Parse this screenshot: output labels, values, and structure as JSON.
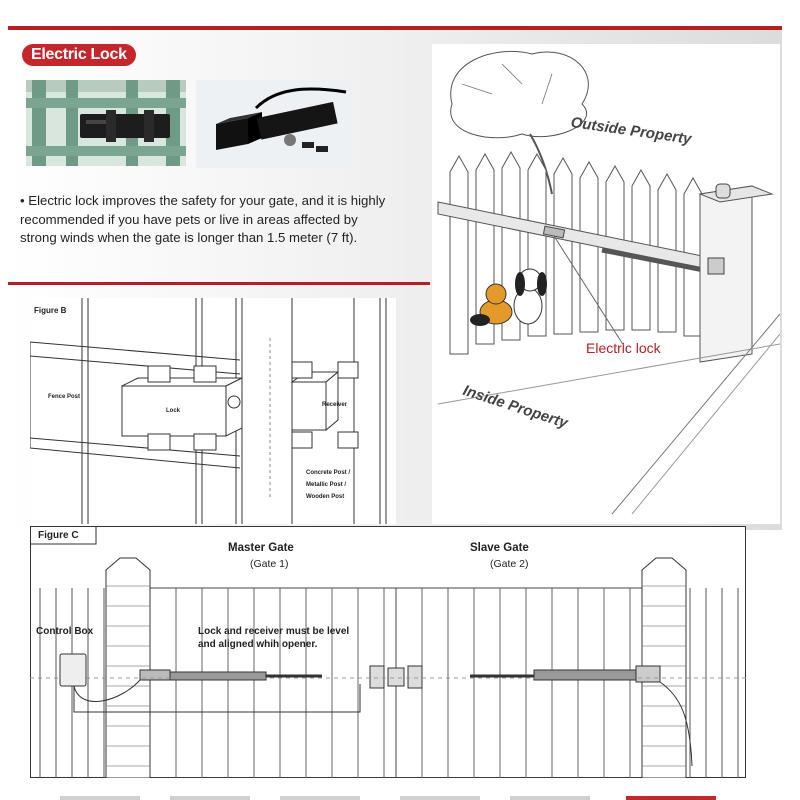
{
  "header": {
    "badge": "Electric Lock"
  },
  "description": "• Electric lock improves the safety for your gate, and it is highly recommended if you have pets or live in areas affected by strong winds when the gate is longer than 1.5 meter (7 ft).",
  "scene": {
    "outside_label": "Outside Property",
    "inside_label": "Inside Property",
    "lock_label": "Electric lock"
  },
  "figure_b": {
    "title": "Figure B",
    "fence_post": "Fence Post",
    "lock": "Lock",
    "receiver": "Receiver",
    "post_types": [
      "Concrete Post /",
      "Metallic Post /",
      "Wooden Post"
    ]
  },
  "figure_c": {
    "title": "Figure C",
    "master_gate": "Master Gate",
    "master_sub": "(Gate 1)",
    "slave_gate": "Slave Gate",
    "slave_sub": "(Gate 2)",
    "control_box": "Control Box",
    "note_line1": "Lock and receiver must be level",
    "note_line2": "and aligned whih opener."
  },
  "colors": {
    "accent": "#c4262b",
    "callout": "#b51f24"
  }
}
